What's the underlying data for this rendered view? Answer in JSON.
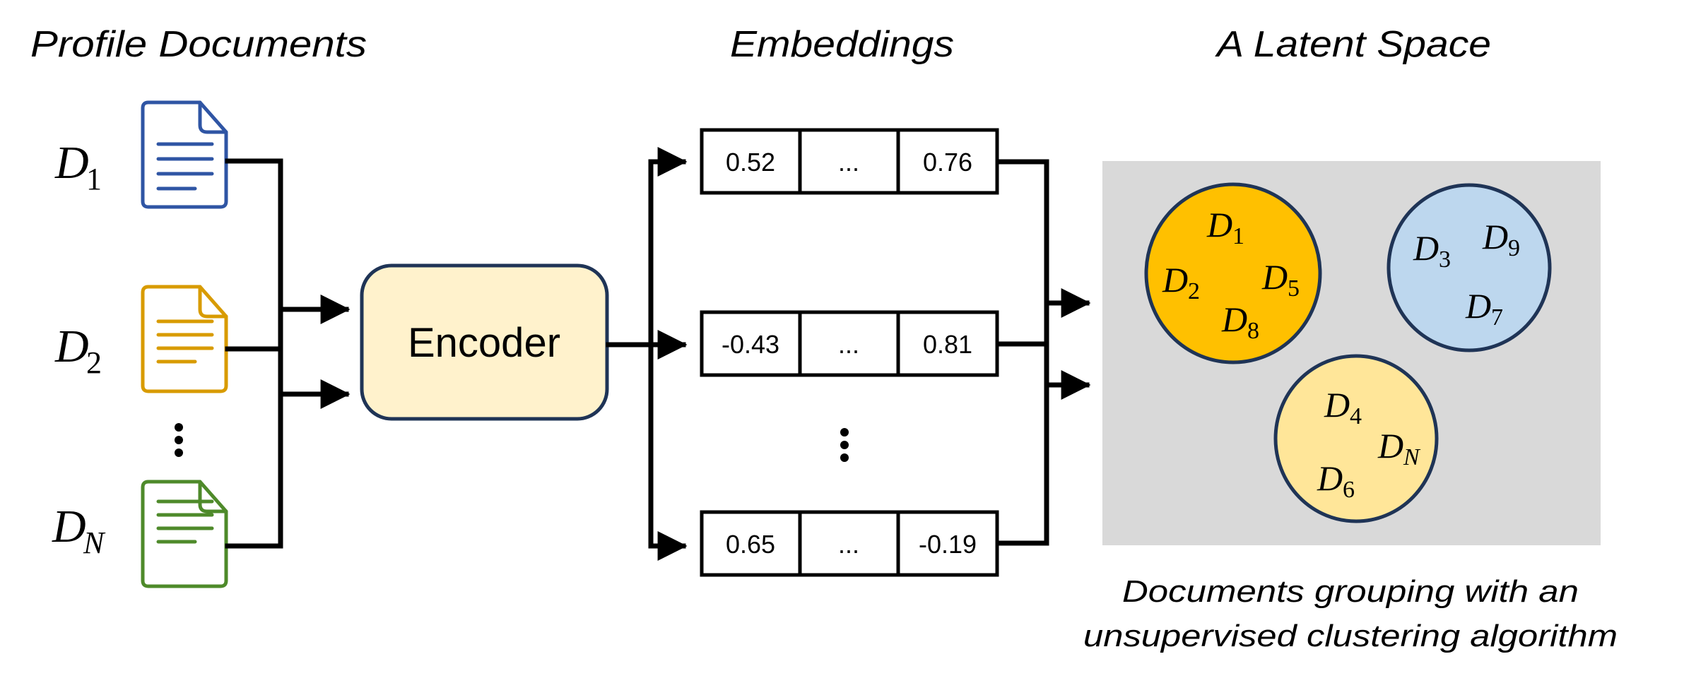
{
  "headers": {
    "profile_documents": "Profile Documents",
    "embeddings": "Embeddings",
    "latent_space": "A Latent Space"
  },
  "documents": [
    {
      "label": "D",
      "sub": "1",
      "sub_italic": false,
      "color": "#2F55A4"
    },
    {
      "label": "D",
      "sub": "2",
      "sub_italic": false,
      "color": "#D89B00"
    },
    {
      "label": "D",
      "sub": "N",
      "sub_italic": true,
      "color": "#4E8A2A"
    }
  ],
  "documents_ellipsis": "⋮",
  "encoder": {
    "label": "Encoder",
    "fill": "#FFF2CC",
    "border": "#1F3456"
  },
  "embeddings": [
    {
      "first": "0.52",
      "middle": "...",
      "last": "0.76"
    },
    {
      "first": "-0.43",
      "middle": "...",
      "last": "0.81"
    },
    {
      "first": "0.65",
      "middle": "...",
      "last": "-0.19"
    }
  ],
  "embeddings_ellipsis": "⋮",
  "latent_space": {
    "background": "#D9D9D9",
    "clusters": [
      {
        "name": "cluster-orange",
        "fill": "#FFC000",
        "members": [
          {
            "label": "D",
            "sub": "1"
          },
          {
            "label": "D",
            "sub": "2"
          },
          {
            "label": "D",
            "sub": "5"
          },
          {
            "label": "D",
            "sub": "8"
          }
        ]
      },
      {
        "name": "cluster-blue",
        "fill": "#BDD7EE",
        "members": [
          {
            "label": "D",
            "sub": "3"
          },
          {
            "label": "D",
            "sub": "9"
          },
          {
            "label": "D",
            "sub": "7"
          }
        ]
      },
      {
        "name": "cluster-light-yellow",
        "fill": "#FFE699",
        "members": [
          {
            "label": "D",
            "sub": "4"
          },
          {
            "label": "D",
            "sub": "N"
          },
          {
            "label": "D",
            "sub": "6"
          }
        ]
      }
    ]
  },
  "caption": {
    "line1": "Documents grouping with an",
    "line2": "unsupervised clustering algorithm"
  }
}
